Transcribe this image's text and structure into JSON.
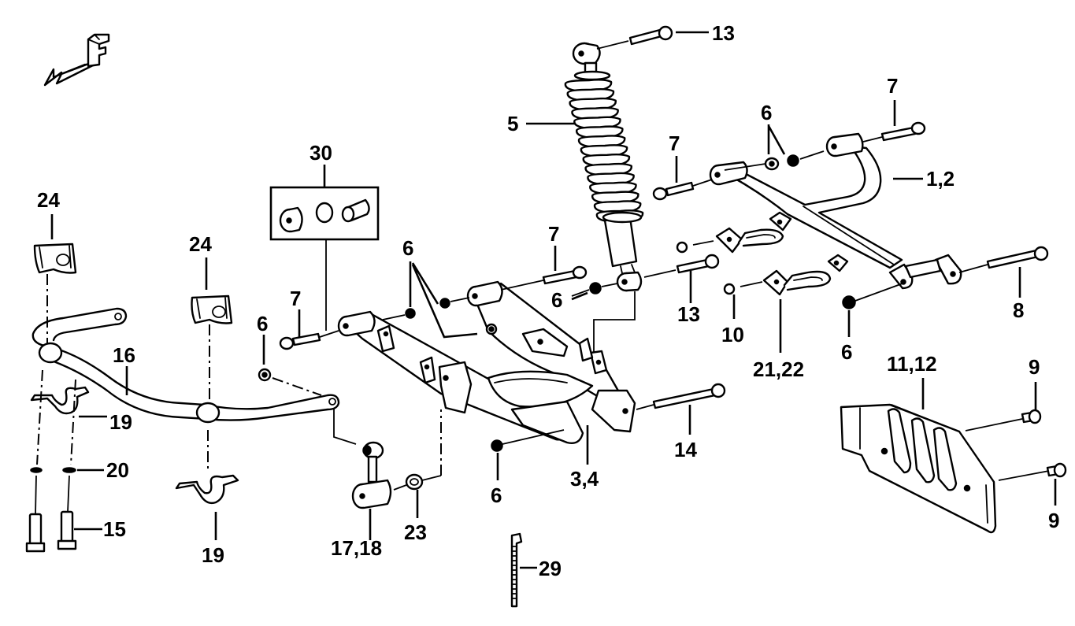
{
  "diagram": {
    "title": "Rear Suspension Exploded View",
    "orientation_marker": {
      "letter": "F",
      "meaning": "front direction arrow"
    },
    "callouts": [
      {
        "id": "c13a",
        "label": "13",
        "part": "shock mount bolt (upper)"
      },
      {
        "id": "c5",
        "label": "5",
        "part": "shock absorber with coil spring"
      },
      {
        "id": "c7a",
        "label": "7",
        "part": "bolt (upper A-arm rear)"
      },
      {
        "id": "c6a",
        "label": "6",
        "part": "lock nuts (upper A-arm)"
      },
      {
        "id": "c7b",
        "label": "7",
        "part": "bolt (upper A-arm front)"
      },
      {
        "id": "c12",
        "label": "1,2",
        "part": "upper A-arm (L/R)"
      },
      {
        "id": "c30",
        "label": "30",
        "part": "bushing kit"
      },
      {
        "id": "c24a",
        "label": "24",
        "part": "sway bar bushing (left)"
      },
      {
        "id": "c24b",
        "label": "24",
        "part": "sway bar bushing (right)"
      },
      {
        "id": "c6b",
        "label": "6",
        "part": "lock nuts (lower A-arm)"
      },
      {
        "id": "c7c",
        "label": "7",
        "part": "bolt (lower A-arm rear)"
      },
      {
        "id": "c6c",
        "label": "6",
        "part": "lock nut (shock lower)"
      },
      {
        "id": "c13b",
        "label": "13",
        "part": "shock mount bolt (lower)"
      },
      {
        "id": "c7d",
        "label": "7",
        "part": "bolt (lower A-arm front)"
      },
      {
        "id": "c6d",
        "label": "6",
        "part": "lock nut (stabilizer link)"
      },
      {
        "id": "c10",
        "label": "10",
        "part": "flange nut"
      },
      {
        "id": "c2122",
        "label": "21,22",
        "part": "brake line bracket"
      },
      {
        "id": "c6e",
        "label": "6",
        "part": "lock nut (upper A-arm knuckle)"
      },
      {
        "id": "c8",
        "label": "8",
        "part": "knuckle bolt (upper)"
      },
      {
        "id": "c16",
        "label": "16",
        "part": "stabilizer (sway) bar"
      },
      {
        "id": "c19a",
        "label": "19",
        "part": "sway bar bracket (left)"
      },
      {
        "id": "c19b",
        "label": "19",
        "part": "sway bar bracket (right)"
      },
      {
        "id": "c20",
        "label": "20",
        "part": "washer"
      },
      {
        "id": "c15",
        "label": "15",
        "part": "bracket bolt"
      },
      {
        "id": "c1718",
        "label": "17,18",
        "part": "stabilizer link (L/R)"
      },
      {
        "id": "c23",
        "label": "23",
        "part": "washer"
      },
      {
        "id": "c6f",
        "label": "6",
        "part": "lock nut (lower A-arm knuckle)"
      },
      {
        "id": "c34",
        "label": "3,4",
        "part": "lower A-arm (L/R)"
      },
      {
        "id": "c14",
        "label": "14",
        "part": "knuckle bolt (lower)"
      },
      {
        "id": "c1112",
        "label": "11,12",
        "part": "A-arm guard (L/R)"
      },
      {
        "id": "c9a",
        "label": "9",
        "part": "guard bolt (upper)"
      },
      {
        "id": "c9b",
        "label": "9",
        "part": "guard bolt (lower)"
      },
      {
        "id": "c29",
        "label": "29",
        "part": "cable tie"
      }
    ]
  }
}
